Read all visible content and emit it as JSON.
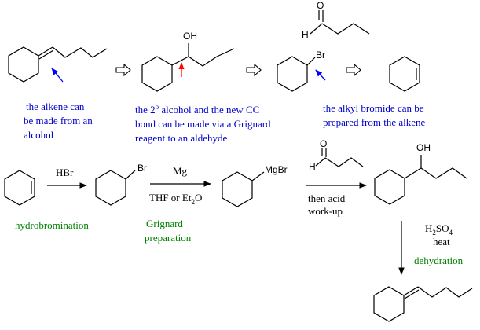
{
  "retrosynthesis": {
    "note1": [
      "the alkene can",
      "be made from an",
      "alcohol"
    ],
    "note2": [
      "the 2",
      "o",
      " alcohol and the new CC",
      "bond can be made via a Grignard",
      "reagent to an aldehyde"
    ],
    "note3": [
      "the alkyl bromide can be",
      "prepared from the alkene"
    ]
  },
  "atoms": {
    "oh": "OH",
    "o": "O",
    "h": "H",
    "br": "Br",
    "mgbr": "MgBr"
  },
  "forward": {
    "step1_reagent": "HBr",
    "step1_label": "hydrobromination",
    "step2_reagent": "Mg",
    "step2_solvent_main": "THF or Et",
    "step2_solvent_sub": "2",
    "step2_solvent_end": "O",
    "step2_label": [
      "Grignard",
      "preparation"
    ],
    "step3_conditions": [
      "then acid",
      "work-up"
    ],
    "step4_reagent_main": "H",
    "step4_reagent_sub1": "2",
    "step4_reagent_mid": "SO",
    "step4_reagent_sub2": "4",
    "step4_heat": "heat",
    "step4_label": "dehydration"
  },
  "colors": {
    "note_blue": "#0000cc",
    "label_green": "#008000",
    "arrow_blue": "#0000ff",
    "arrow_red": "#ff0000"
  }
}
